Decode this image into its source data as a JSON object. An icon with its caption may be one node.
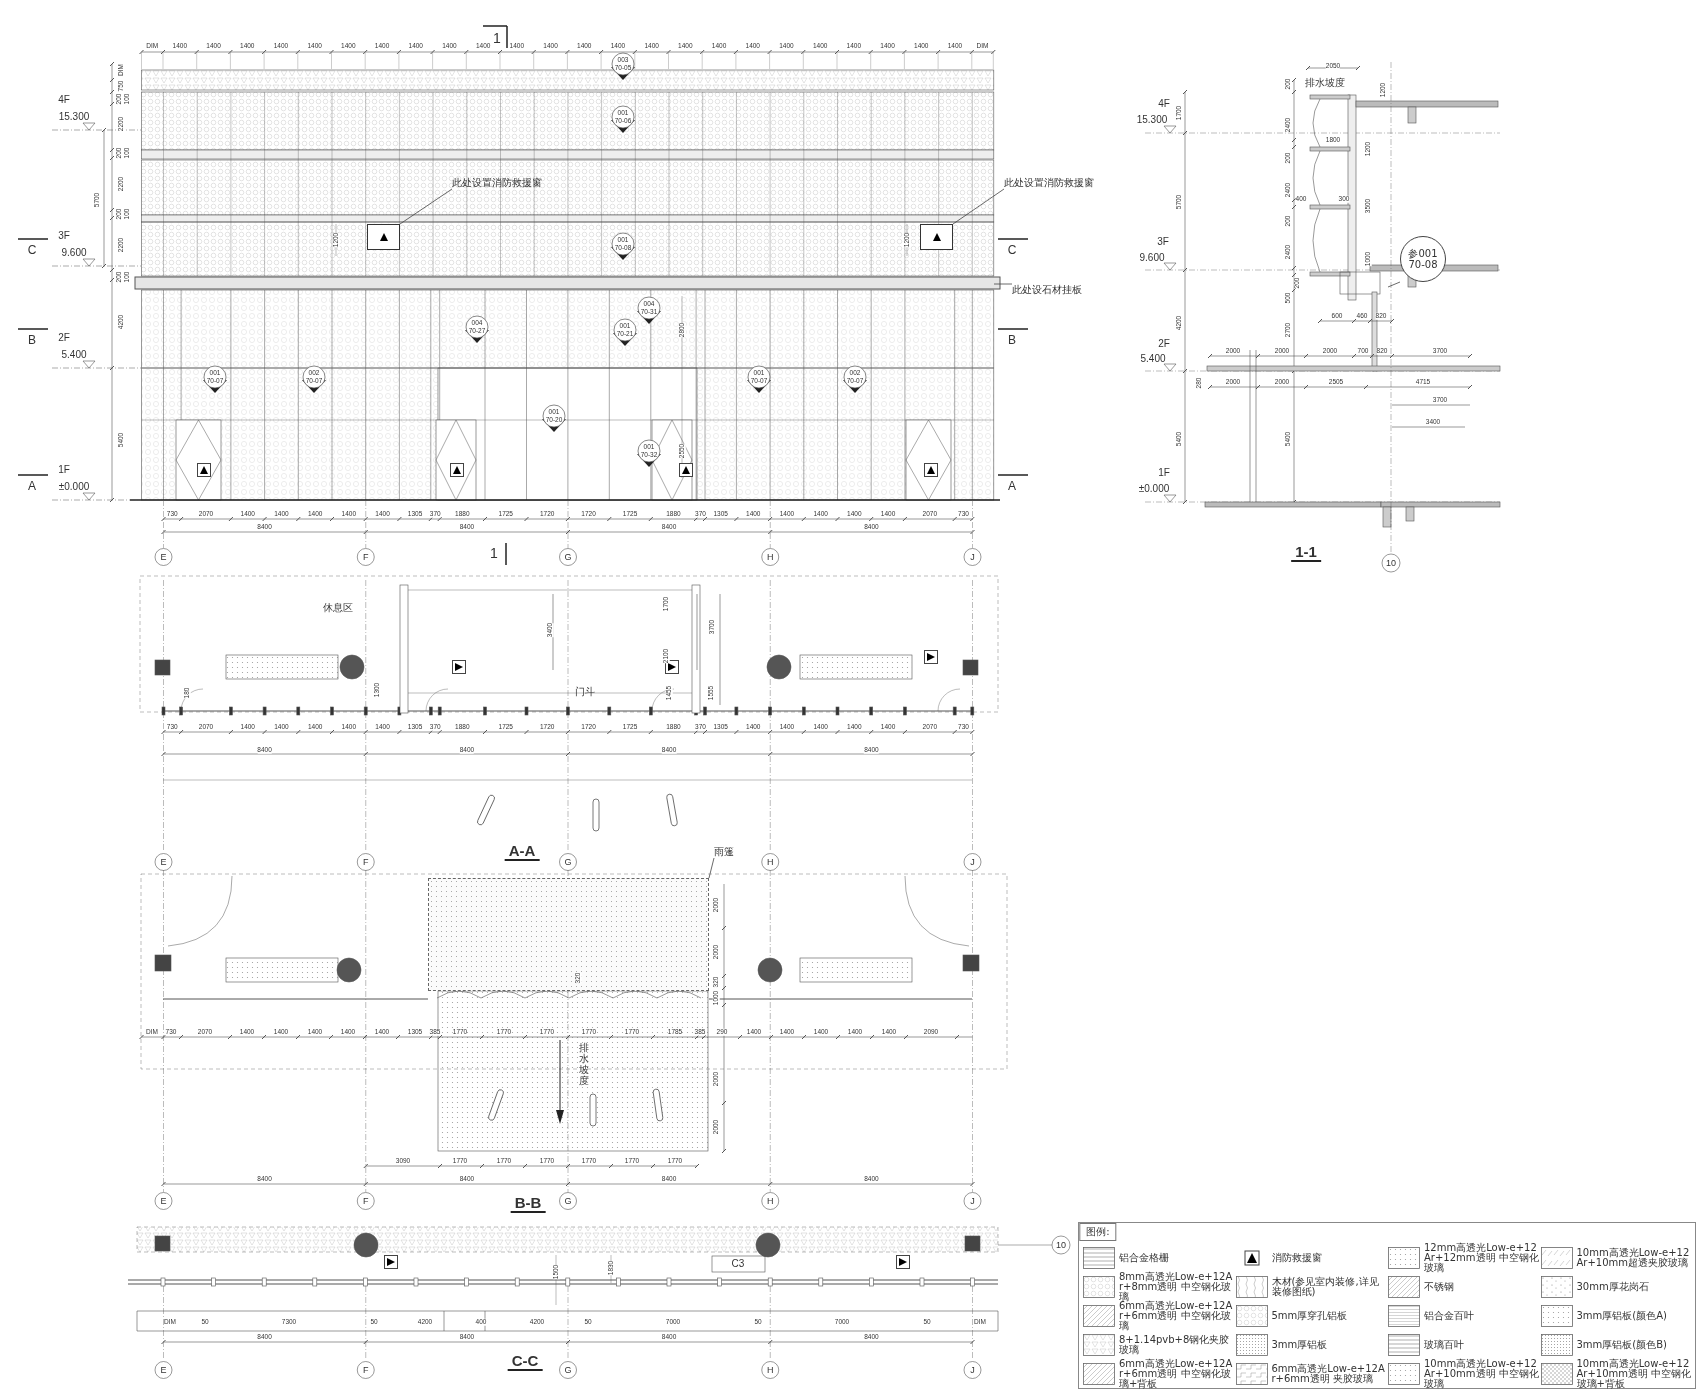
{
  "diagram": {
    "nodes": [
      {
        "text": [
          "此处设置消防救援窗"
        ]
      },
      {
        "text": [],
        "shape": "box"
      },
      {
        "text": [
          "此处设置消防救援窗"
        ]
      },
      {
        "text": [],
        "shape": "box"
      },
      {
        "text": [
          "此处设石材挂板"
        ]
      },
      {
        "text": [
          "参001",
          "70-08"
        ]
      },
      {
        "text": [
          "雨篷"
        ]
      },
      {
        "text": [],
        "shape": "box"
      }
    ],
    "edges": [
      {
        "from": 0,
        "to": 1,
        "arrow": "none"
      },
      {
        "from": 2,
        "to": 3,
        "arrow": "none"
      },
      {
        "from": 4,
        "to": null,
        "arrow": "none"
      },
      {
        "from": 5,
        "to": null,
        "arrow": "none"
      },
      {
        "from": 6,
        "to": 7,
        "arrow": "none"
      }
    ],
    "labels": [
      "DIM",
      "1400",
      "1400",
      "1400",
      "1400",
      "1400",
      "1400",
      "1400",
      "1400",
      "1400",
      "1400",
      "1400",
      "1400",
      "1400",
      "1400",
      "1400",
      "1400",
      "1400",
      "1400",
      "1400",
      "1400",
      "1400",
      "1400",
      "1400",
      "1400",
      "DIM",
      "1",
      "003",
      "70-05",
      "001",
      "70-06",
      "001",
      "70-08",
      "4F",
      "15.300",
      "3F",
      "9.600",
      "2F",
      "5.400",
      "1F",
      "±0.000",
      "C",
      "C",
      "B",
      "B",
      "A",
      "A",
      "DIM",
      "750",
      "200",
      "100",
      "2200",
      "200",
      "100",
      "2200",
      "200",
      "100",
      "2200",
      "200",
      "100",
      "5700",
      "4200",
      "5400",
      "1200",
      "1200",
      "2800",
      "2550",
      "004",
      "70-31",
      "001",
      "70-21",
      "004",
      "70-27",
      "001",
      "70-07",
      "002",
      "70-07",
      "001",
      "70-07",
      "002",
      "70-07",
      "001",
      "70-20",
      "001",
      "70-32",
      "730",
      "2070",
      "1400",
      "1400",
      "1400",
      "1400",
      "1400",
      "1305",
      "370",
      "1880",
      "1725",
      "1720",
      "1720",
      "1725",
      "1880",
      "370",
      "1305",
      "1400",
      "1400",
      "1400",
      "1400",
      "1400",
      "2070",
      "730",
      "8400",
      "8400",
      "8400",
      "8400",
      "E",
      "F",
      "G",
      "H",
      "J",
      "1",
      "4F",
      "15.300",
      "3F",
      "9.600",
      "2F",
      "5.400",
      "1F",
      "±0.000",
      "2050",
      "200",
      "排水坡度",
      "1200",
      "1700",
      "2400",
      "1800",
      "1200",
      "200",
      "2400",
      "400",
      "300",
      "5700",
      "3500",
      "200",
      "2400",
      "1000",
      "200",
      "500",
      "600",
      "460",
      "820",
      "4200",
      "2700",
      "2000",
      "2000",
      "2000",
      "700",
      "820",
      "3700",
      "280",
      "2000",
      "2000",
      "2505",
      "4715",
      "3700",
      "3400",
      "5400",
      "5400",
      "1-1",
      "10",
      "休息区",
      "3400",
      "1700",
      "3700",
      "2100",
      "180",
      "1300",
      "门斗",
      "1455",
      "1555",
      "730",
      "2070",
      "1400",
      "1400",
      "1400",
      "1400",
      "1400",
      "1305",
      "370",
      "1880",
      "1725",
      "1720",
      "1720",
      "1725",
      "1880",
      "370",
      "1305",
      "1400",
      "1400",
      "1400",
      "1400",
      "1400",
      "2070",
      "730",
      "8400",
      "8400",
      "8400",
      "8400",
      "A-A",
      "E",
      "F",
      "G",
      "H",
      "J",
      "2000",
      "2000",
      "320",
      "320",
      "1000",
      "DIM",
      "730",
      "2070",
      "1400",
      "1400",
      "1400",
      "1400",
      "1400",
      "1305",
      "385",
      "1770",
      "1770",
      "1770",
      "1770",
      "1770",
      "1785",
      "385",
      "290",
      "1400",
      "1400",
      "1400",
      "1400",
      "1400",
      "2090",
      "3090",
      "1770",
      "1770",
      "1770",
      "1770",
      "1770",
      "1770",
      "2000",
      "2000",
      "排水坡度",
      "8400",
      "8400",
      "8400",
      "8400",
      "B-B",
      "E",
      "F",
      "G",
      "H",
      "J",
      "C3",
      "1500",
      "1830",
      "10",
      "DIM",
      "50",
      "7300",
      "50",
      "4200",
      "400",
      "4200",
      "50",
      "7000",
      "50",
      "7000",
      "50",
      "DIM",
      "8400",
      "8400",
      "8400",
      "8400",
      "C-C",
      "E",
      "F",
      "G",
      "H",
      "J",
      "图例:"
    ],
    "legend": [
      {
        "text": "铝合金格栅"
      },
      {
        "text": "消防救援窗"
      },
      {
        "text": "12mm高透光Low-e+12Ar+12mm透明 中空钢化玻璃"
      },
      {
        "text": "10mm高透光Low-e+12Ar+10mm超透夹胶玻璃"
      },
      {
        "text": "8mm高透光Low-e+12Ar+8mm透明 中空钢化玻璃"
      },
      {
        "text": "木材(参见室内装修,详见装修图纸)"
      },
      {
        "text": "不锈钢"
      },
      {
        "text": "30mm厚花岗石"
      },
      {
        "text": "6mm高透光Low-e+12Ar+6mm透明 中空钢化玻璃"
      },
      {
        "text": "5mm厚穿孔铝板"
      },
      {
        "text": "铝合金百叶"
      },
      {
        "text": "3mm厚铝板(颜色A)"
      },
      {
        "text": "8+1.14pvb+8钢化夹胶玻璃"
      },
      {
        "text": "3mm厚铝板"
      },
      {
        "text": "玻璃百叶"
      },
      {
        "text": "3mm厚铝板(颜色B)"
      },
      {
        "text": "6mm高透光Low-e+12Ar+6mm透明 中空钢化玻璃+背板"
      },
      {
        "text": "6mm高透光Low-e+12Ar+6mm透明 夹胶玻璃"
      },
      {
        "text": "10mm高透光Low-e+12Ar+10mm透明 中空钢化玻璃"
      },
      {
        "text": "10mm高透光Low-e+12Ar+10mm透明 中空钢化玻璃+背板"
      }
    ]
  }
}
